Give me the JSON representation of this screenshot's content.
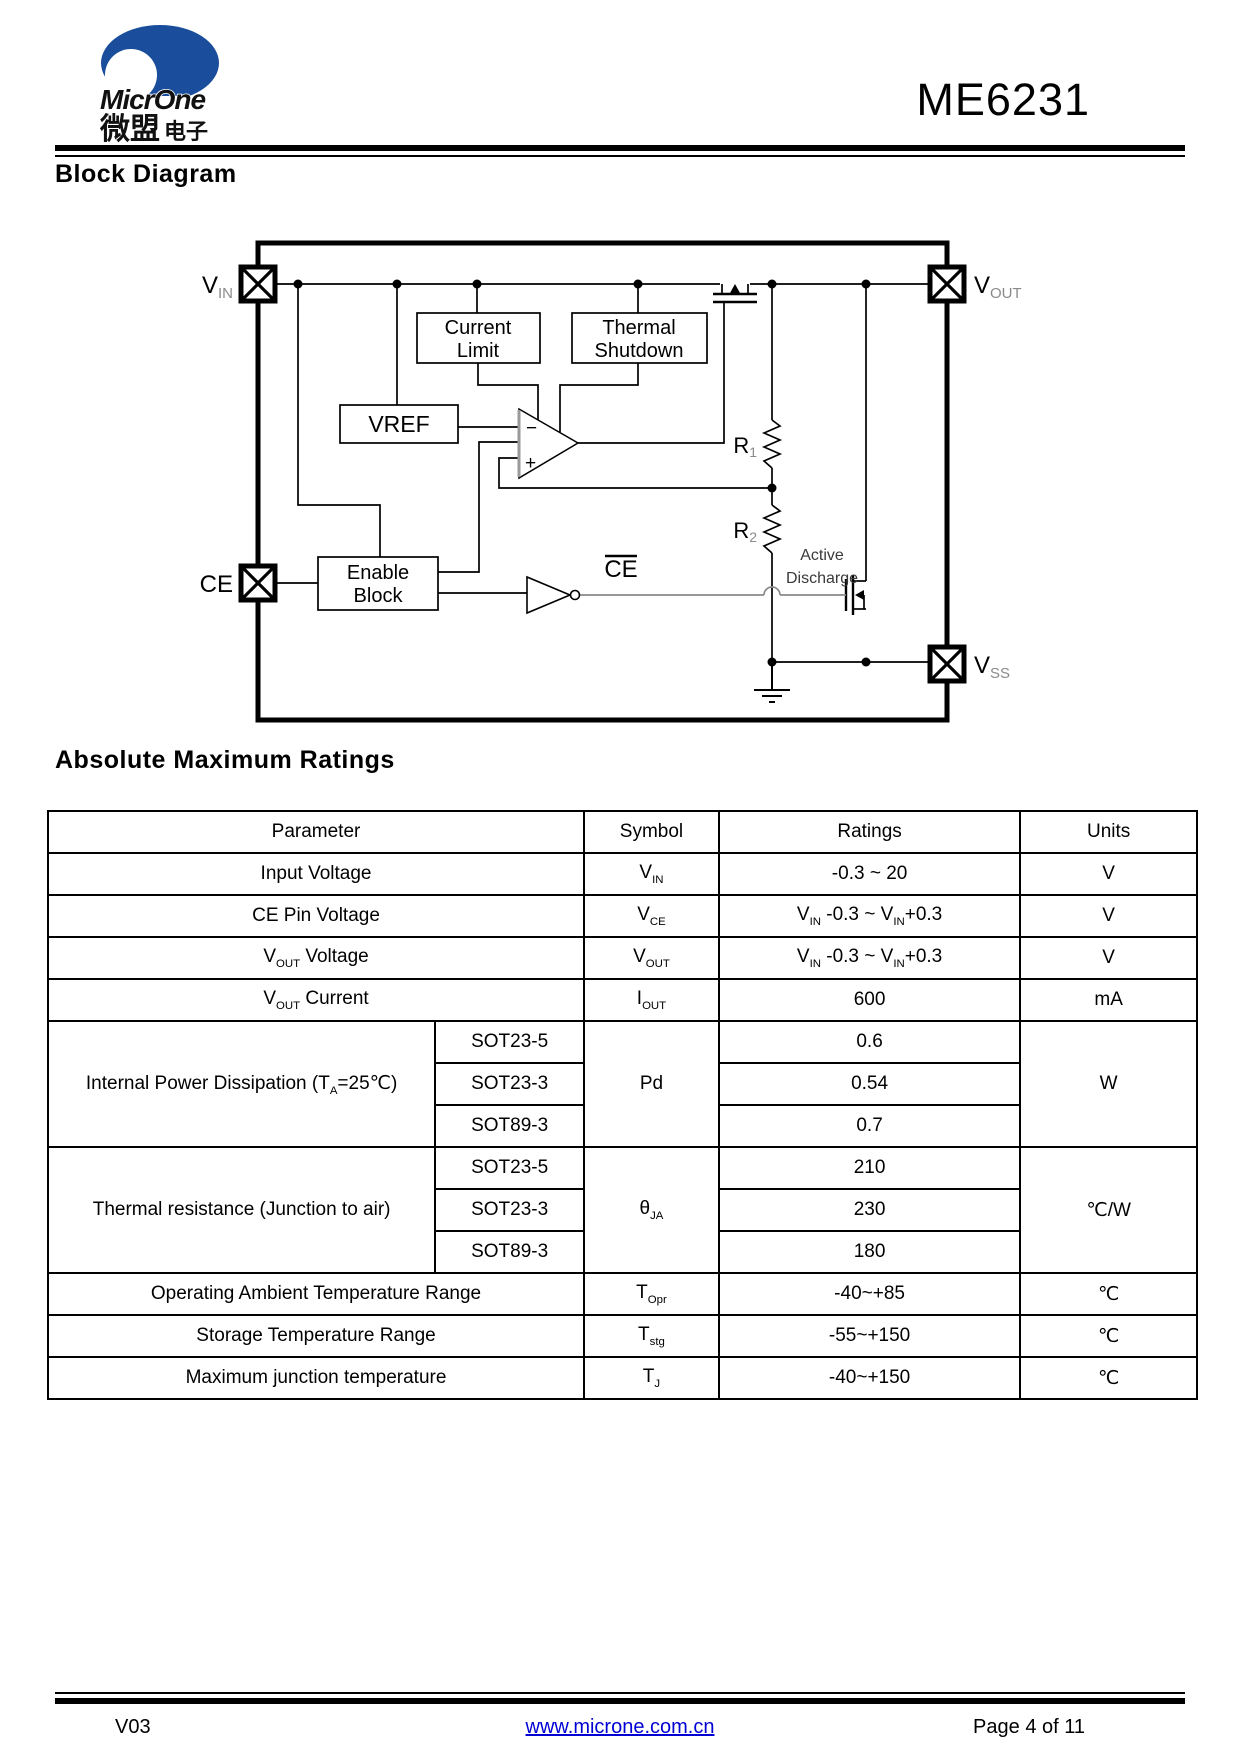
{
  "header": {
    "product": "ME6231",
    "logo_text": "MicrOne",
    "logo_cn_1": "微盟",
    "logo_cn_2": "电子"
  },
  "sections": {
    "block_diagram": "Block Diagram",
    "abs_max": "Absolute Maximum Ratings"
  },
  "colors": {
    "brand_blue": "#1a4e9d",
    "link_blue": "#0000d4",
    "wire_gray": "#8a8a8a"
  },
  "diagram": {
    "pins": {
      "vin": {
        "base": "V",
        "sub": "IN"
      },
      "vout": {
        "base": "V",
        "sub": "OUT"
      },
      "ce": {
        "base": "CE",
        "sub": ""
      },
      "vss": {
        "base": "V",
        "sub": "SS"
      }
    },
    "blocks": {
      "current_limit_1": "Current",
      "current_limit_2": "Limit",
      "thermal_1": "Thermal",
      "thermal_2": "Shutdown",
      "vref": "VREF",
      "enable_1": "Enable",
      "enable_2": "Block"
    },
    "labels": {
      "r1": {
        "base": "R",
        "sub": "1"
      },
      "r2": {
        "base": "R",
        "sub": "2"
      },
      "ce_bar": "CE",
      "active_1": "Active",
      "active_2": "Discharge",
      "minus": "−",
      "plus": "+"
    }
  },
  "table": {
    "headers": [
      "Parameter",
      "Symbol",
      "Ratings",
      "Units"
    ],
    "rows": [
      {
        "param": "Input Voltage",
        "symbol": "V_{IN}",
        "rating": "-0.3 ~ 20",
        "unit": "V"
      },
      {
        "param": "CE Pin Voltage",
        "symbol": "V_{CE}",
        "rating": "V_{IN} -0.3 ~ V_{IN}+0.3",
        "unit": "V"
      },
      {
        "param": "V_{OUT} Voltage",
        "symbol": "V_{OUT}",
        "rating": "V_{IN} -0.3 ~ V_{IN}+0.3",
        "unit": "V"
      },
      {
        "param": "V_{OUT} Current",
        "symbol": "I_{OUT}",
        "rating": "600",
        "unit": "mA"
      },
      {
        "param": "Internal Power Dissipation (T_{A}=25℃)",
        "symbol": "Pd",
        "unit": "W",
        "pkgs": [
          "SOT23-5",
          "SOT23-3",
          "SOT89-3"
        ],
        "vals": [
          "0.6",
          "0.54",
          "0.7"
        ]
      },
      {
        "param": "Thermal resistance (Junction to air)",
        "symbol": "θ_{JA}",
        "unit": "℃/W",
        "pkgs": [
          "SOT23-5",
          "SOT23-3",
          "SOT89-3"
        ],
        "vals": [
          "210",
          "230",
          "180"
        ]
      },
      {
        "param": "Operating Ambient Temperature Range",
        "symbol": "T_{Opr}",
        "rating": "-40~+85",
        "unit": "℃"
      },
      {
        "param": "Storage Temperature Range",
        "symbol": "T_{stg}",
        "rating": "-55~+150",
        "unit": "℃"
      },
      {
        "param": "Maximum junction temperature",
        "symbol": "T_{J}",
        "rating": "-40~+150",
        "unit": "℃"
      }
    ]
  },
  "footer": {
    "version": "V03",
    "link": "www.microne.com.cn",
    "page": "Page 4 of 11"
  }
}
